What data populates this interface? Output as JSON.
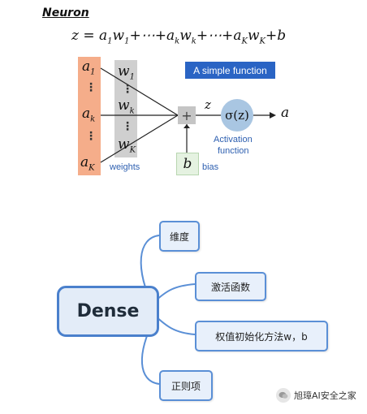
{
  "neuron": {
    "title": "Neuron",
    "formula": {
      "z": "z",
      "eq": "=",
      "a1": "a",
      "a1_sub": "1",
      "w1": "w",
      "w1_sub": "1",
      "plus_dots_1": "+⋯+",
      "ak": "a",
      "ak_sub": "k",
      "wk": "w",
      "wk_sub": "k",
      "plus_dots_2": "+⋯+",
      "aK": "a",
      "aK_sub": "K",
      "wK": "w",
      "wK_sub": "K",
      "plus_b": "+b"
    },
    "inputs": [
      {
        "sym": "a",
        "sub": "1"
      },
      {
        "sym": "a",
        "sub": "k"
      },
      {
        "sym": "a",
        "sub": "K"
      }
    ],
    "weights_syms": [
      {
        "sym": "w",
        "sub": "1"
      },
      {
        "sym": "w",
        "sub": "k"
      },
      {
        "sym": "w",
        "sub": "K"
      }
    ],
    "vdots": "⋮",
    "weights_label": "weights",
    "sum_symbol": "+",
    "z_label": "z",
    "bias_symbol": "b",
    "bias_label": "bias",
    "activation_symbol": "σ(z)",
    "activation_label_1": "Activation",
    "activation_label_2": "function",
    "output_label": "a",
    "badge_text": "A simple function"
  },
  "mindmap": {
    "root": "Dense",
    "branches": [
      {
        "label": "维度"
      },
      {
        "label": "激活函数"
      },
      {
        "label": "权值初始化方法w，b"
      },
      {
        "label": "正则项"
      }
    ]
  },
  "colors": {
    "input_fill": "#f5ad8a",
    "weight_fill": "#cfcfcf",
    "activation_fill": "#a9c6e2",
    "badge_fill": "#2a64c4",
    "mindmap_border": "#5a8fd6",
    "mindmap_root_fill": "#e3ecf8",
    "mindmap_node_fill": "#e8f0fb"
  },
  "watermark": {
    "icon": "wechat-icon",
    "text": "旭璋AI安全之家"
  }
}
